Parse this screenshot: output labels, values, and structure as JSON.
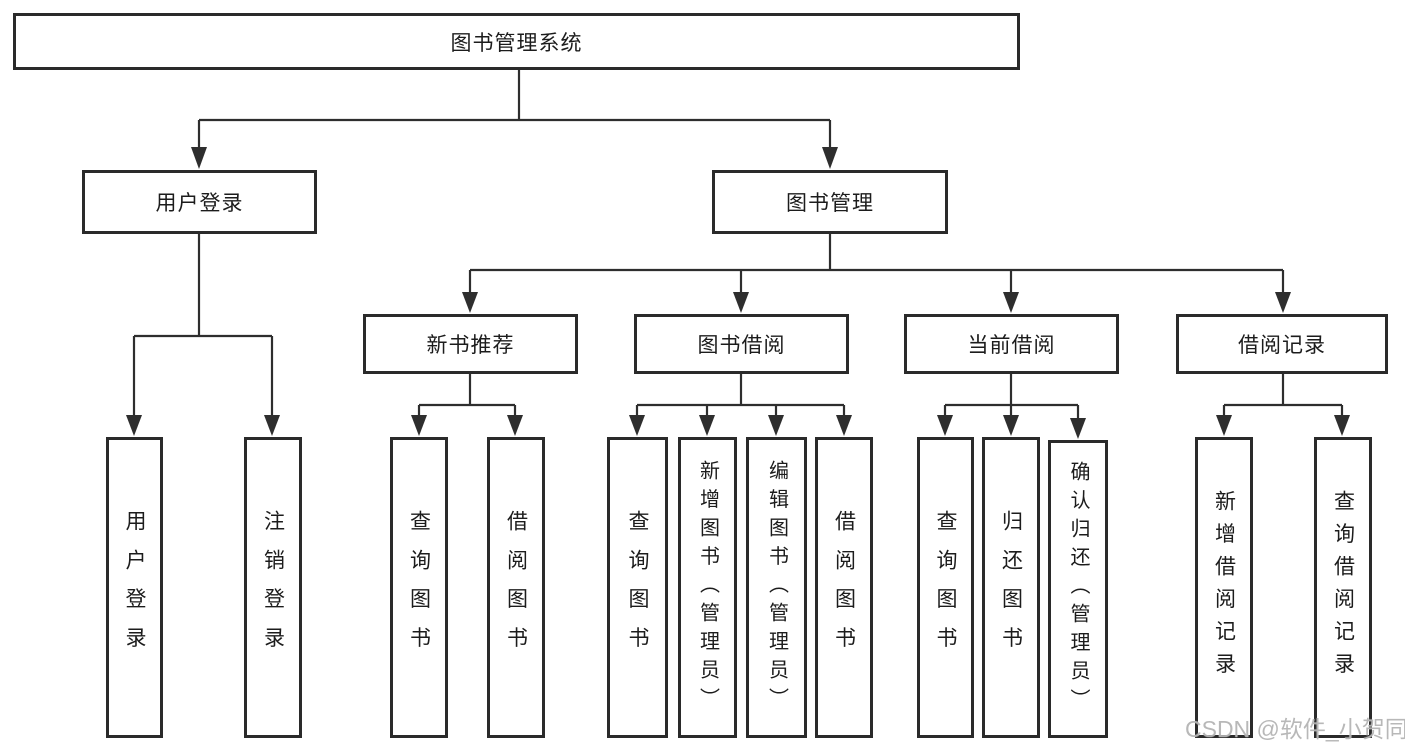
{
  "diagram": {
    "title": "图书管理系统",
    "nodes": {
      "root": "图书管理系统",
      "user_login": "用户登录",
      "book_mgmt": "图书管理",
      "new_book_rec": "新书推荐",
      "book_borrow": "图书借阅",
      "current_borrow": "当前借阅",
      "borrow_record": "借阅记录",
      "leaf_user_login": "用户登录",
      "leaf_logout": "注销登录",
      "leaf_rec_query_book": "查询图书",
      "leaf_rec_borrow_book": "借阅图书",
      "leaf_bb_query_book": "查询图书",
      "leaf_bb_add_book": "新增图书（管理员）",
      "leaf_bb_edit_book": "编辑图书（管理员）",
      "leaf_bb_borrow_book": "借阅图书",
      "leaf_cb_query_book": "查询图书",
      "leaf_cb_return_book": "归还图书",
      "leaf_cb_confirm_return": "确认归还（管理员）",
      "leaf_br_add_record": "新增借阅记录",
      "leaf_br_query_record": "查询借阅记录"
    },
    "colors": {
      "line": "#2e2e2e",
      "box_border": "#2a2a2a",
      "text": "#1c1c1c",
      "background": "#ffffff",
      "watermark": "#b5b5b5"
    }
  },
  "watermark": "CSDN @软件_小贺同学"
}
